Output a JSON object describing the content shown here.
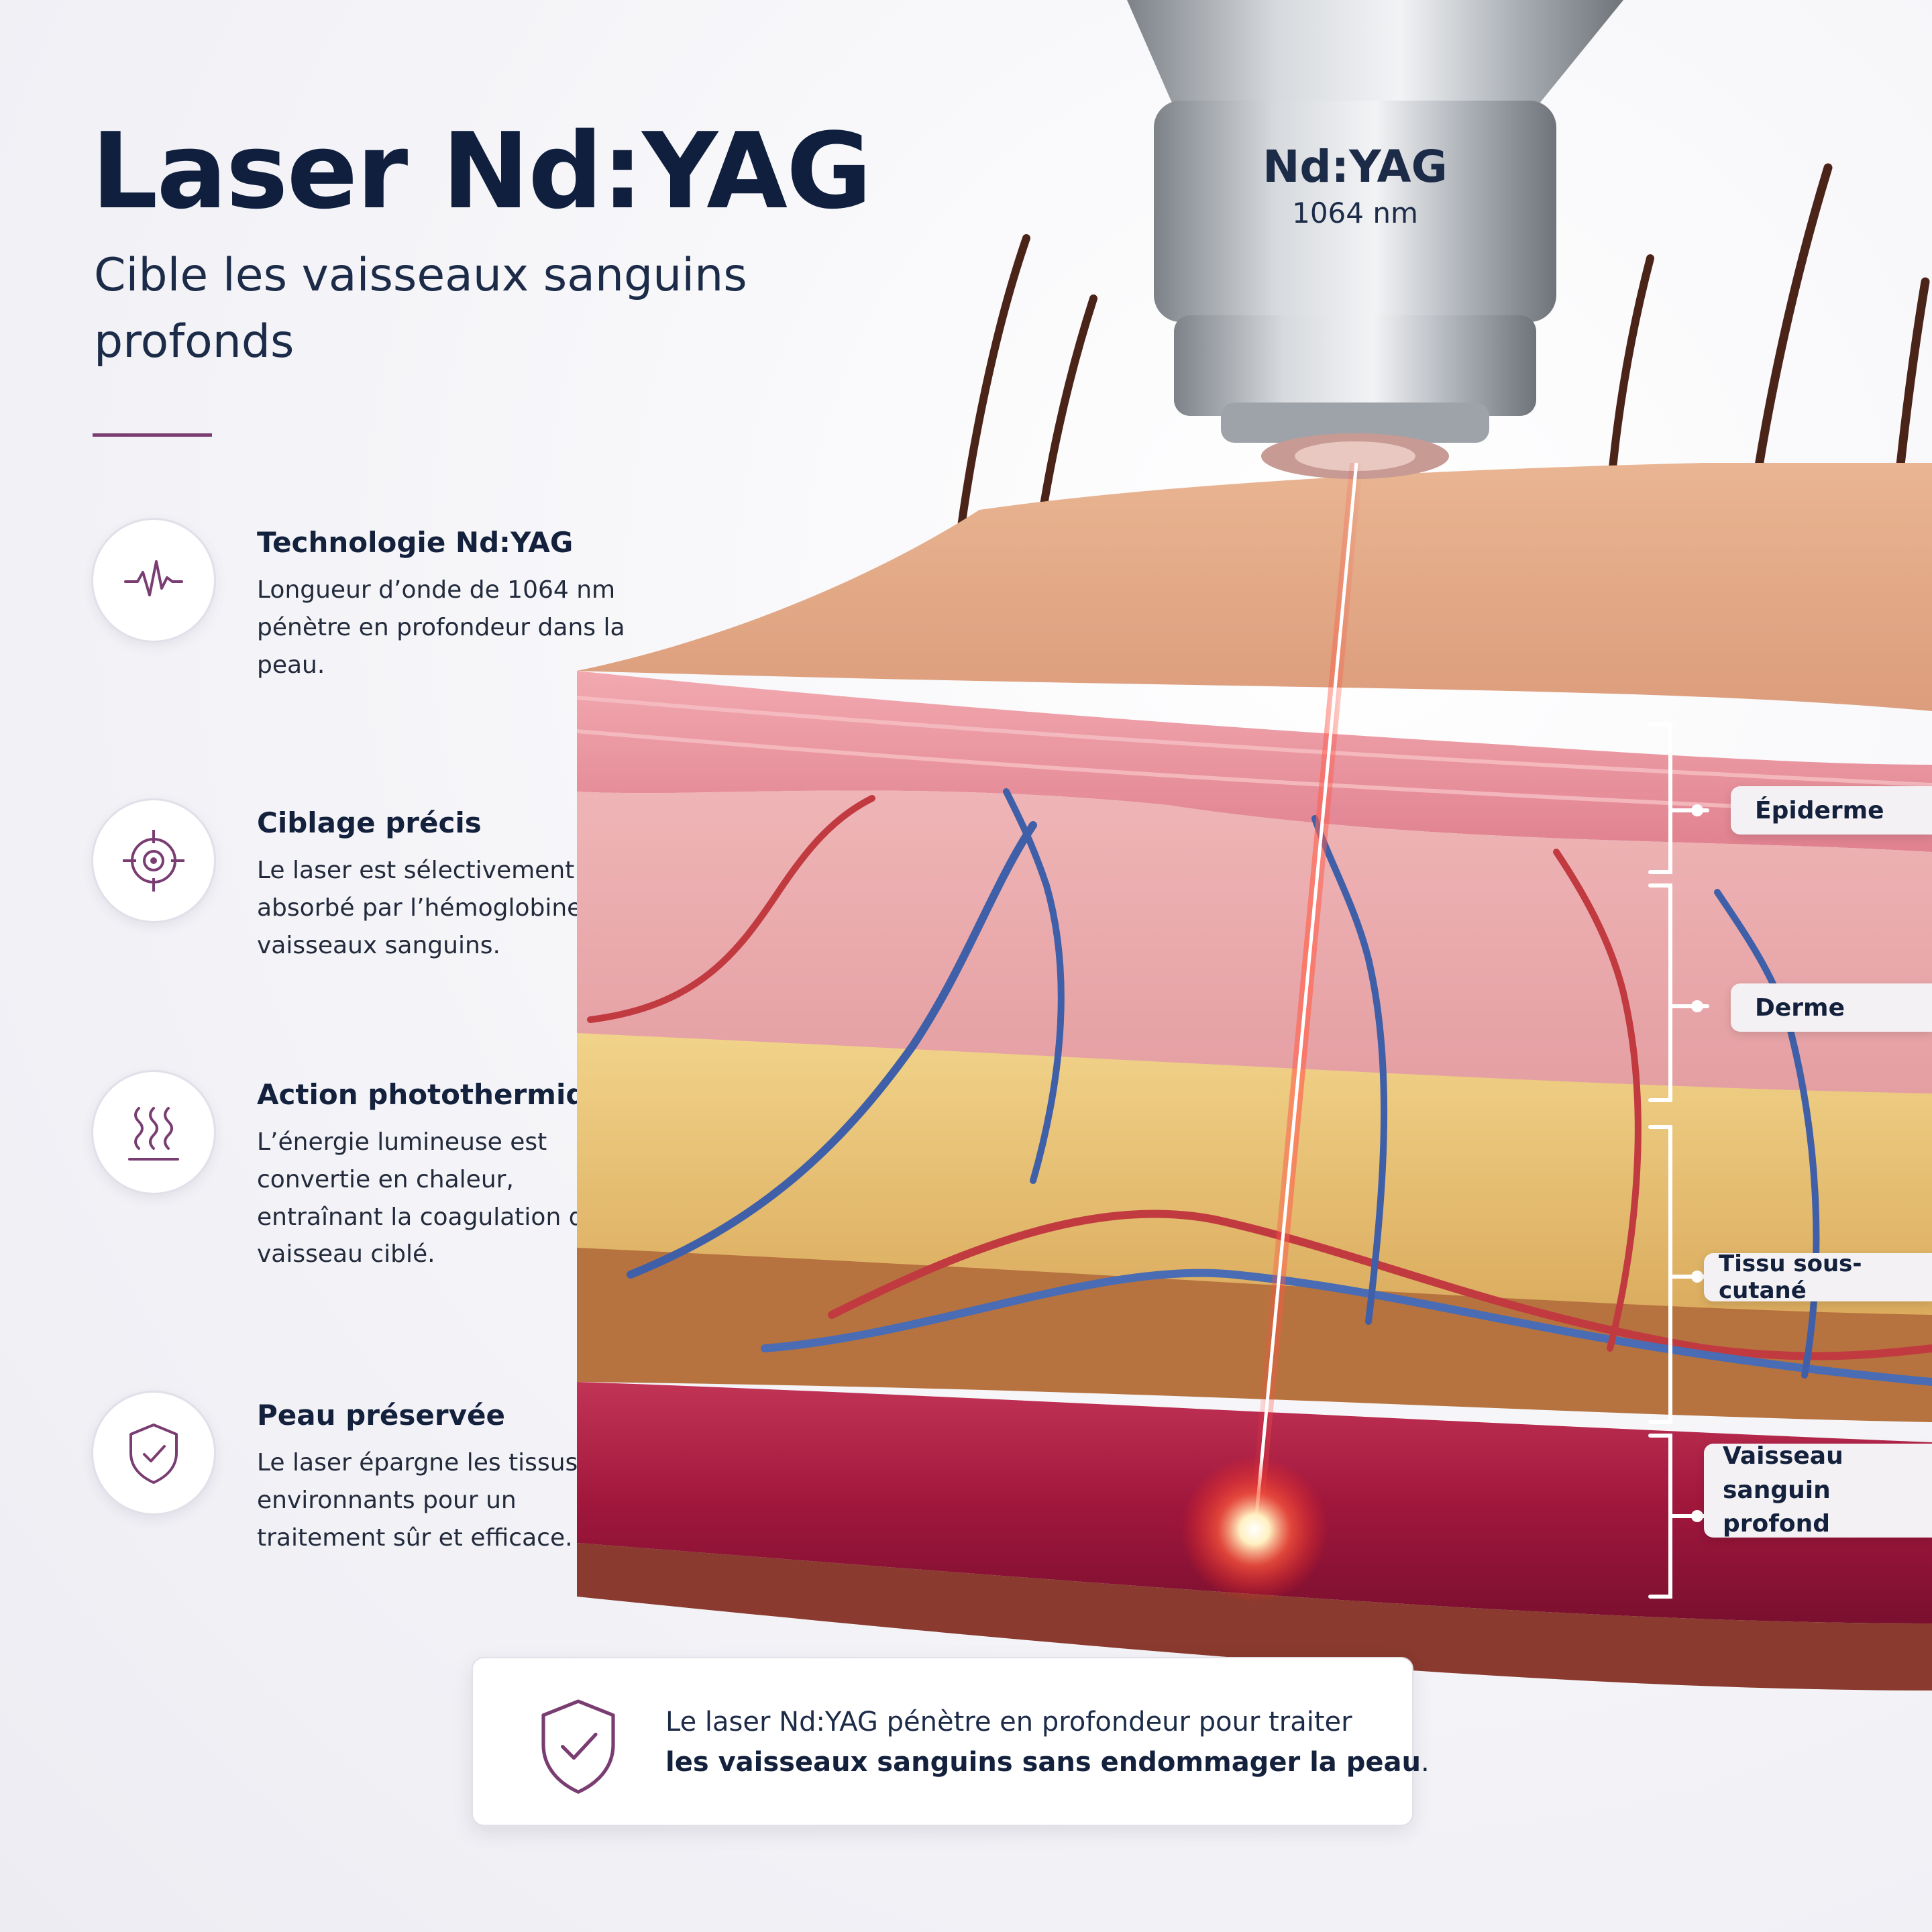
{
  "header": {
    "title": "Laser Nd:YAG",
    "subtitle": "Cible les vaisseaux sanguins profonds"
  },
  "device": {
    "label": "Nd:YAG",
    "wavelength": "1064 nm"
  },
  "features": [
    {
      "icon": "waveform-icon",
      "title": "Technologie Nd:YAG",
      "description": "Longueur d’onde de 1064 nm pénètre en profondeur dans la peau."
    },
    {
      "icon": "crosshair-target-icon",
      "title": "Ciblage précis",
      "description": "Le laser est sélectivement absorbé par l’hémoglobine des vaisseaux sanguins."
    },
    {
      "icon": "heat-waves-icon",
      "title": "Action photothermique",
      "description": "L’énergie lumineuse est convertie en chaleur, entraînant la coagulation du vaisseau ciblé."
    },
    {
      "icon": "shield-check-icon",
      "title": "Peau préservée",
      "description": "Le laser épargne les tissus environnants pour un traitement sûr et efficace."
    }
  ],
  "layers": [
    {
      "label": "Épiderme"
    },
    {
      "label": "Derme"
    },
    {
      "label": "Tissu sous-cutané"
    },
    {
      "label": "Vaisseau\nsanguin profond"
    }
  ],
  "banner": {
    "icon": "shield-check-icon",
    "line1": "Le laser Nd:YAG pénètre en profondeur pour traiter",
    "line2_bold": "les vaisseaux sanguins sans endommager la peau",
    "line2_end": "."
  },
  "colors": {
    "accent": "#7a3d72",
    "title": "#0f1f3d",
    "laser": "#ff3b2f",
    "epidermis": "#e8899a",
    "dermis": "#f0b8b8",
    "fat": "#e8c56a",
    "vessel": "#a8203f"
  }
}
